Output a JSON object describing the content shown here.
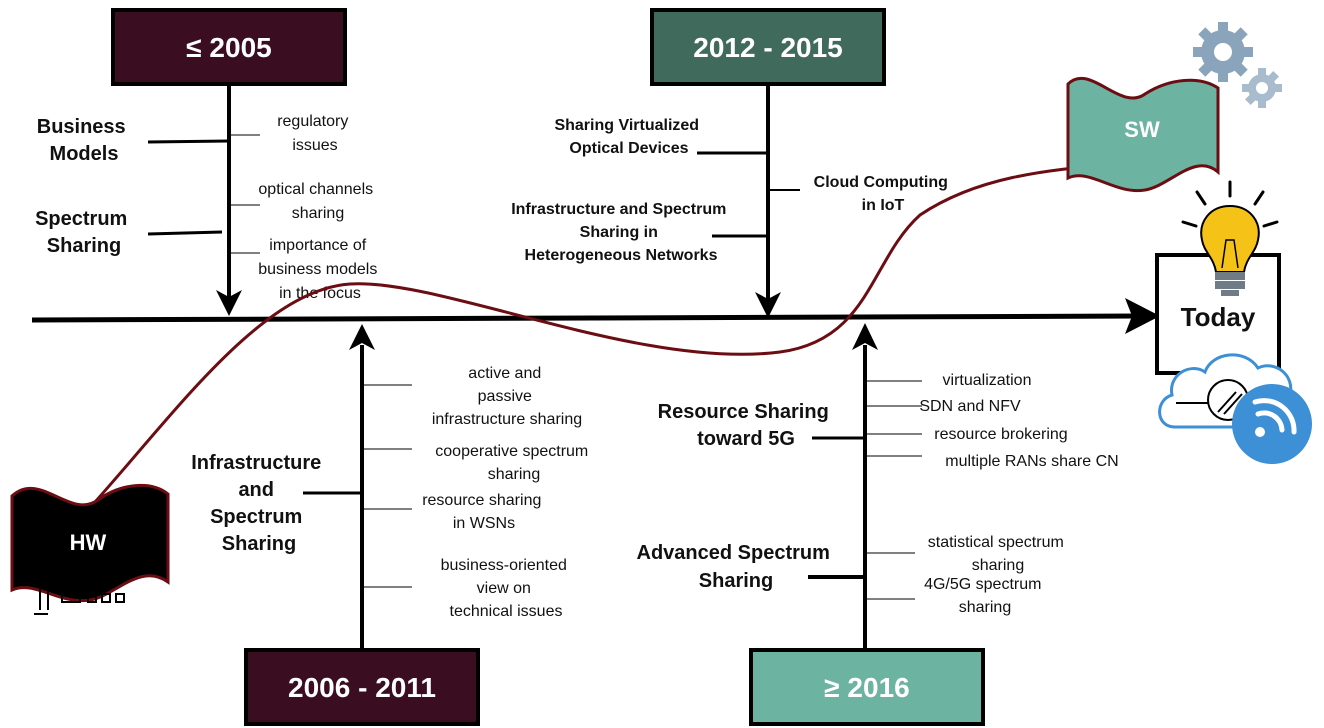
{
  "eras": {
    "e2005": {
      "label": "≤ 2005",
      "color": "#3a0e20"
    },
    "e2011": {
      "label": "2006 - 2011",
      "color": "#3a0e20"
    },
    "e2015": {
      "label": "2012 - 2015",
      "color": "#3f6a5c"
    },
    "e2016": {
      "label": "≥ 2016",
      "color": "#6db3a2"
    }
  },
  "topics": {
    "business_models": [
      "Business",
      "Models"
    ],
    "spectrum_sharing": [
      "Spectrum",
      "Sharing"
    ],
    "sharing_virtualized": [
      "Sharing Virtualized",
      "Optical Devices"
    ],
    "infra_spectrum_het": [
      "Infrastructure and Spectrum",
      "Sharing in",
      "Heterogeneous Networks"
    ],
    "cloud_computing": [
      "Cloud Computing",
      "in IoT"
    ],
    "infra_and_spectrum": [
      "Infrastructure",
      "and",
      "Spectrum",
      "Sharing"
    ],
    "resource_sharing_5g": [
      "Resource Sharing",
      "toward 5G"
    ],
    "advanced_spectrum": [
      "Advanced Spectrum",
      "Sharing"
    ]
  },
  "details": {
    "regulatory": [
      "regulatory",
      "issues"
    ],
    "optical_channels": [
      "optical channels",
      "sharing"
    ],
    "importance_business": [
      "importance of",
      "business models",
      "in the focus"
    ],
    "active_passive": [
      "active and",
      "passive",
      "infrastructure sharing"
    ],
    "cooperative_spectrum": [
      "cooperative spectrum",
      "sharing"
    ],
    "resource_wsn": [
      "resource sharing",
      "in WSNs"
    ],
    "business_oriented": [
      "business-oriented",
      "view on",
      "technical issues"
    ],
    "virtualization": [
      "virtualization"
    ],
    "sdn_nfv": [
      "SDN and NFV"
    ],
    "resource_brokering": [
      "resource brokering"
    ],
    "multiple_rans": [
      "multiple RANs share CN"
    ],
    "statistical_spectrum": [
      "statistical spectrum",
      "sharing"
    ],
    "spectrum_4g5g": [
      "4G/5G spectrum",
      "sharing"
    ]
  },
  "flags": {
    "hw": {
      "label": "HW",
      "color": "#000000"
    },
    "sw": {
      "label": "SW",
      "color": "#6db3a2"
    }
  },
  "today": {
    "label": "Today"
  },
  "colors": {
    "curve": "#6b0d12",
    "axis": "#000000"
  }
}
